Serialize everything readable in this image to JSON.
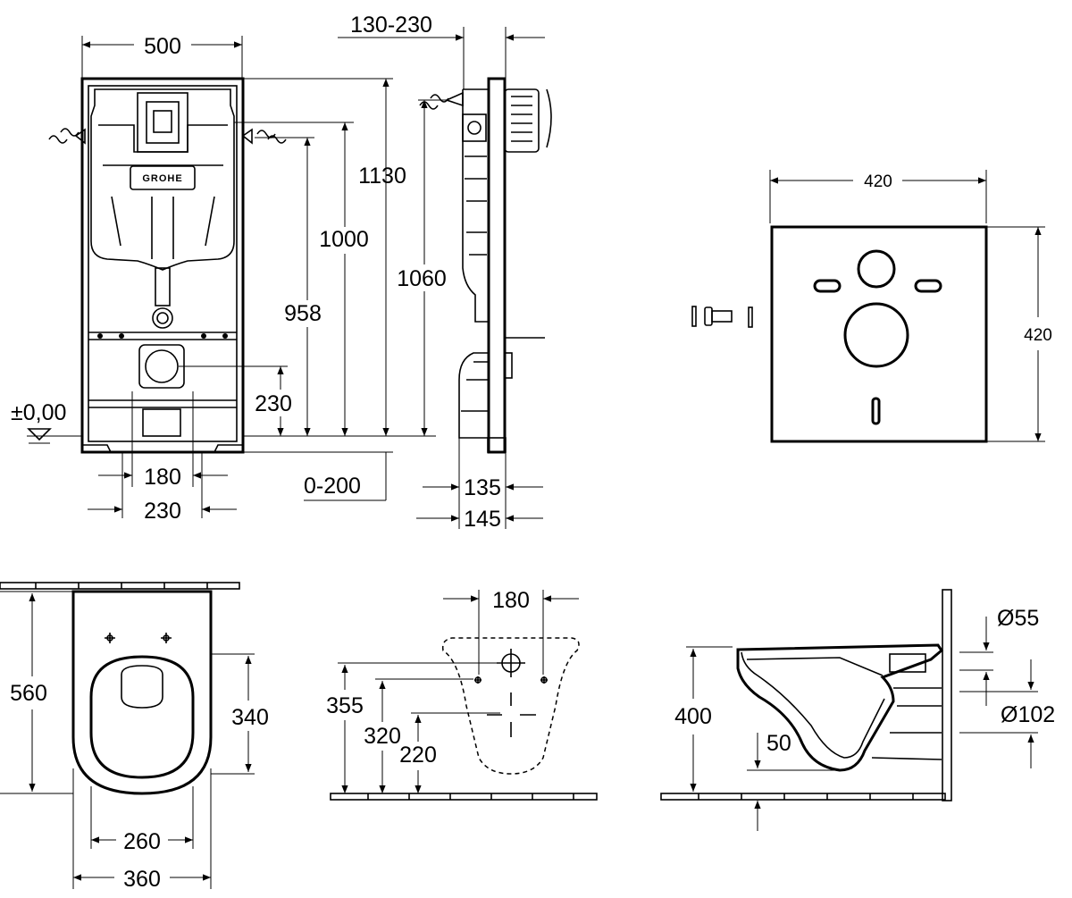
{
  "views": {
    "frame_front": {
      "brand": "GROHE",
      "dims": {
        "width": "500",
        "height_frame": "1130",
        "height_1000": "1000",
        "height_958": "958",
        "height_230": "230",
        "floor_level": "±0,00",
        "spacing_180": "180",
        "spacing_230": "230",
        "adjust_0_200": "0-200"
      }
    },
    "frame_side": {
      "dims": {
        "depth_130_230": "130-230",
        "height_1060": "1060",
        "depth_135": "135",
        "depth_145": "145"
      }
    },
    "sound_pad": {
      "dims": {
        "width": "420",
        "height": "420"
      }
    },
    "bowl_top": {
      "dims": {
        "length": "560",
        "inner_340": "340",
        "inner_260": "260",
        "width_360": "360"
      }
    },
    "bowl_back": {
      "dims": {
        "spacing_180": "180",
        "height_355": "355",
        "height_320": "320",
        "height_220": "220"
      }
    },
    "bowl_side": {
      "dims": {
        "diameter_55": "Ø55",
        "diameter_102": "Ø102",
        "height_400": "400",
        "height_50": "50"
      }
    }
  }
}
